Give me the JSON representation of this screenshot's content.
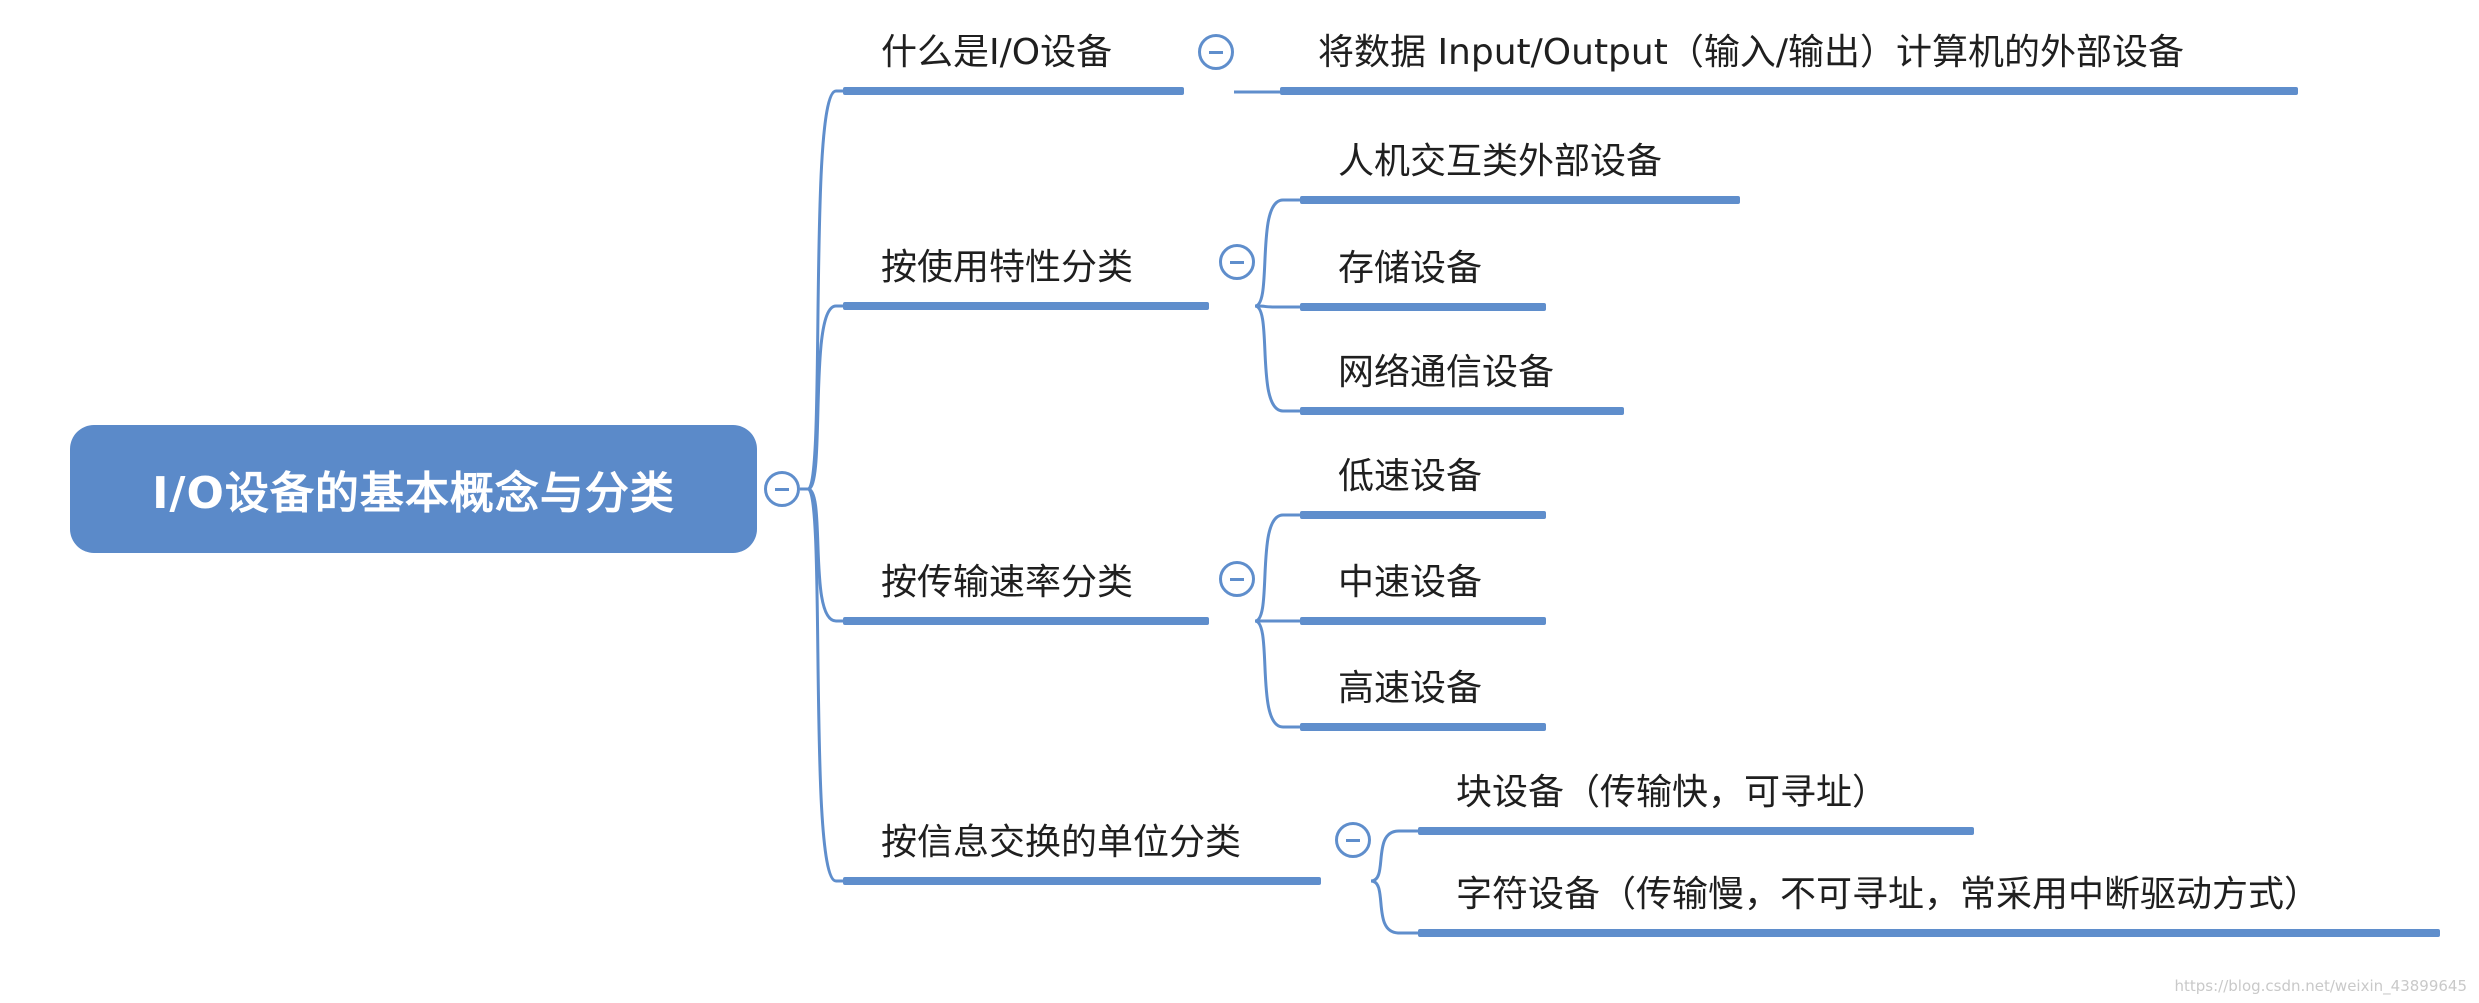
{
  "colors": {
    "root_fill": "#5b8ac9",
    "line": "#5f8ecc",
    "text": "#1f1f1f",
    "watermark": "#c9c9c9"
  },
  "root": {
    "label": "I/O设备的基本概念与分类",
    "collapse_icon": "minus-circle-icon"
  },
  "branches": [
    {
      "label": "什么是I/O设备",
      "collapse_icon": "minus-circle-icon",
      "children": [
        "将数据 Input/Output（输入/输出）计算机的外部设备"
      ]
    },
    {
      "label": "按使用特性分类",
      "collapse_icon": "minus-circle-icon",
      "children": [
        "人机交互类外部设备",
        "存储设备",
        "网络通信设备"
      ]
    },
    {
      "label": "按传输速率分类",
      "collapse_icon": "minus-circle-icon",
      "children": [
        "低速设备",
        "中速设备",
        "高速设备"
      ]
    },
    {
      "label": "按信息交换的单位分类",
      "collapse_icon": "minus-circle-icon",
      "children": [
        "块设备（传输快，可寻址）",
        "字符设备（传输慢，不可寻址，常采用中断驱动方式）"
      ]
    }
  ],
  "watermark": "https://blog.csdn.net/weixin_43899645"
}
